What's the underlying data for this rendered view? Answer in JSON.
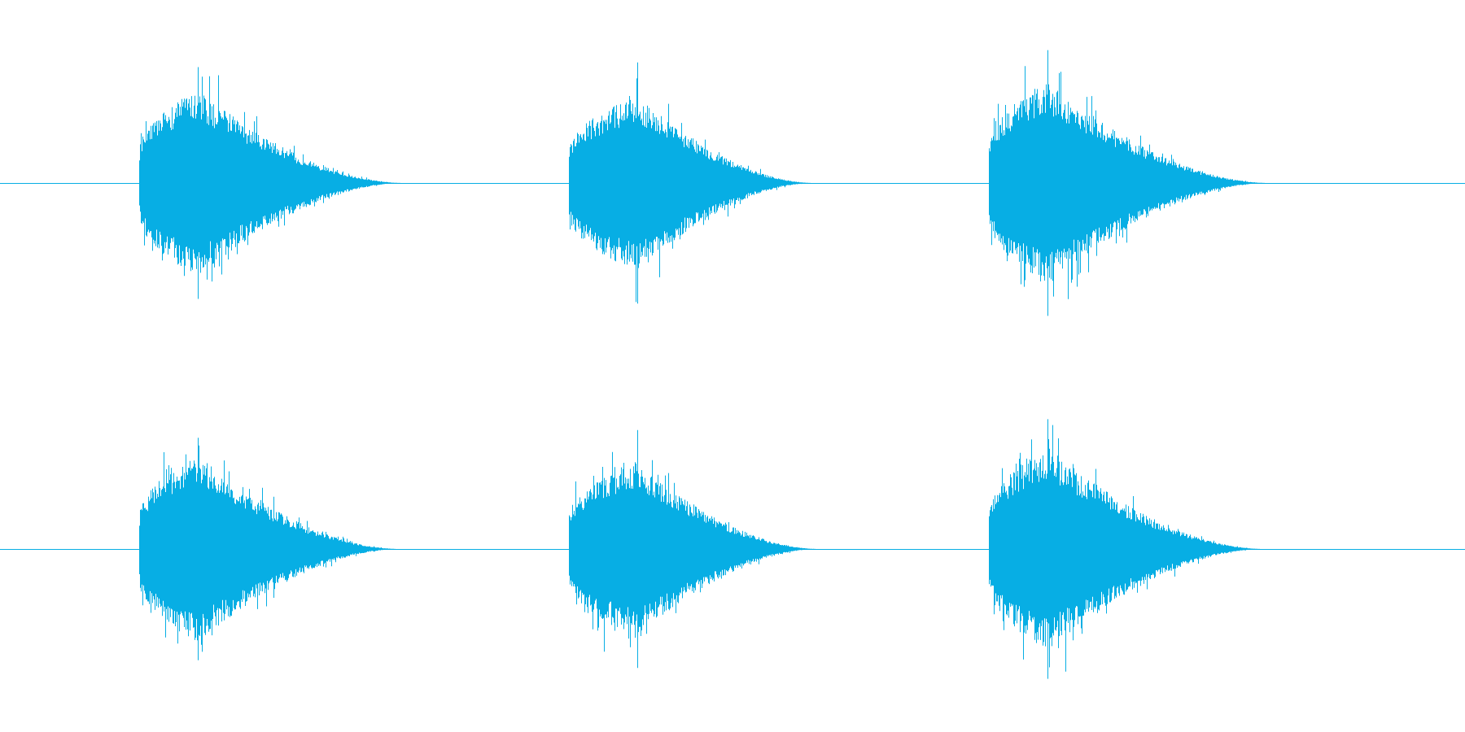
{
  "colors": {
    "background": "#ffffff",
    "waveform": "#07aee4"
  },
  "chart_data": {
    "type": "waveform",
    "channels": [
      {
        "events": [
          {
            "onset": 0.095,
            "peak_time": 0.135,
            "decay_end": 0.275,
            "envelope_peak": 0.55,
            "max_peak": 0.75
          },
          {
            "onset": 0.388,
            "peak_time": 0.435,
            "decay_end": 0.555,
            "envelope_peak": 0.52,
            "max_peak": 0.78
          },
          {
            "onset": 0.675,
            "peak_time": 0.715,
            "decay_end": 0.865,
            "envelope_peak": 0.6,
            "max_peak": 0.86
          }
        ]
      },
      {
        "events": [
          {
            "onset": 0.095,
            "peak_time": 0.135,
            "decay_end": 0.272,
            "envelope_peak": 0.55,
            "max_peak": 0.72
          },
          {
            "onset": 0.388,
            "peak_time": 0.435,
            "decay_end": 0.558,
            "envelope_peak": 0.52,
            "max_peak": 0.77
          },
          {
            "onset": 0.675,
            "peak_time": 0.715,
            "decay_end": 0.862,
            "envelope_peak": 0.6,
            "max_peak": 0.84
          }
        ]
      }
    ]
  }
}
